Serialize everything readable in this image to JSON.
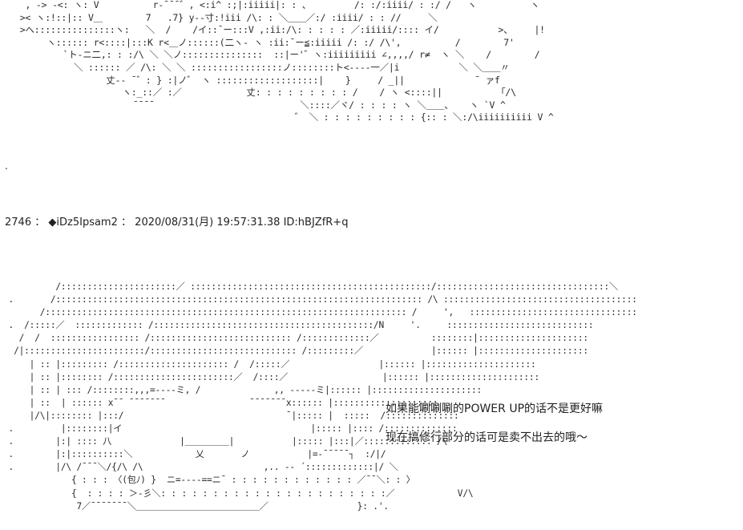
{
  "aa_top": [
    "  , -> -<: ヽ: V          r‐ˉˉˉ゛, <:i^ :;|:iiiii|: : 、        /: :/:iiii/ : :/ /   ヽ          ヽ",
    " >< ヽ:!::|:: V＿        7   .7} y-‐寸:!iii /\\: : ＼＿＿／:/ :iiii/ : : //     ＼",
    " >へ:::::::::::::::ヽ:   ＼  /    /イ::ˉー:::V ,:ii:/\\: : : : : ／:iiiii/:::: イ/           >、    |!",
    "      ヽ:::::: r<::::|:::K r<＿ノ::::::(二ヽ‐ ヽ :ii:ˉー≦:iiiii /: :/ /\\',          /        7'",
    "         `ト-ニ二,: : :/\\ ＼ ＼ノ:::::::::::::::  ::|ー'゛ヽ:iiiiiiiii ∠,,,,/ r≠  ヽ ＼    /        /",
    "           ＼ :::::: ／ /\\: ＼ ＼ :::::::::::::::::ノ::::::::ト<‐‐‐‐一／|i           ＼ ＼＿＿〃",
    "                 丈-‐ ˉ゛: } :|ノ゛ ヽ :::::::::::::::::::|    }     / _||             ˉ ァf",
    "                    ヽ:_::／ :／            丈: : : : : : : : : /    / ヽ <::::||          「/\\",
    "                      ˉˉˉˉ                           ＼::::／ヾ/ : : : : ヽ ＼＿＿、   ヽ `V ^",
    "                                                    ゛ ＼ : : : : : : : : : {:: : ＼:/\\iiiiiiiiii V ^"
  ],
  "separator_dot": ".",
  "post_header": {
    "number": "2746",
    "separator1": "：",
    "name": "◆iDz5Ipsam2",
    "separator2": "：",
    "date": "2020/08/31(月) 19:57:31.38",
    "id": "ID:hBJZfR+q"
  },
  "aa_bottom": [
    "          /::::::::::::::::::::::／ ::::::::::::::::::::::::::::::::::::::::::::::/:::::::::::::::::::::::::::::::::＼",
    " .       /:::::::::::::::::::::::::::::::::::::::::::::::::::::::::::::::::::::: /\\ :::::::::::::::::::::::::::::::::::::",
    "       /::::::::::::::::::::::::::::::::::::::::::::::::::::::::::::::::::::: /     ',   ::::::::::::::::::::::::::::::::",
    " .  /:::::／  ::::::::::::: /::::::::::::::::::::::::::::::::::::::::::/N     '.     ::::::::::::::::::::::::::::",
    "   /  /  ::::::::::::::::: /::::::::::::::::::::::::::: /:::::::::::::／          ::::::::|:::::::::::::::::::::",
    "  /|:::::::::::::::::::::::/:::::::::::::::::::::::::::: /:::::::::／             |:::::: |:::::::::::::::::::::",
    "     | :: |::::::::: /::::::::::::::::::::: /  /:::::／                 |:::::: |:::::::::::::::::::::",
    "     | :: |:::::::: /:::::::::::::::::::::::／  /::::／                  |:::::: |:::::::::::::::::::::",
    "     | :: | ::: /::::::::,,,=----ミ, /              ,, -----ミ|:::::: |:::::::::::::::::::::",
    "     | ::  | :::::: xˉˉ ˉˉˉˉˉˉˉ                ˉˉˉˉˉˉˉx:::::: |::::::::::::::::::::",
    "     |/\\|:::::::: |:::/                               ˉ|::::: |  :::::  /::::::::::::::",
    " .         |::::::::|イ                                    |::::: |:::: /::::::::::::::",
    " .        |:| :::: 八             |＿＿＿＿＿|           |::::: |:::|／::::::::::::: /\\",
    " .        |:|::::::::::＼            乂       ノ           |=‐ˉˉˉˉˉ┐  :/|/",
    " .        |/\\ /ˉˉˉ＼/{/\\ /\\                       ,.. -‐ ´:::::::::::::|/ ＼",
    "             { : : : 〈(包ﾉ) }  ニ=‐‐‐‐==ニˉ : : : : : : : : : : : : ／ˉˉ＼: : 〉",
    "             {  : : : : ＞-彡＼: : : : : : : : : : : : : : : : : : : : : :／            V/\\",
    "              7／ˉˉˉˉˉˉˉ＼＿＿＿＿＿＿＿＿＿＿＿＿＿＿／                 }: .'."
  ],
  "captions": {
    "line1": "如果能唰唰唰的POWER UP的话不是更好嘛",
    "line2": "现在搞修行部分的话可是卖不出去的哦～"
  }
}
